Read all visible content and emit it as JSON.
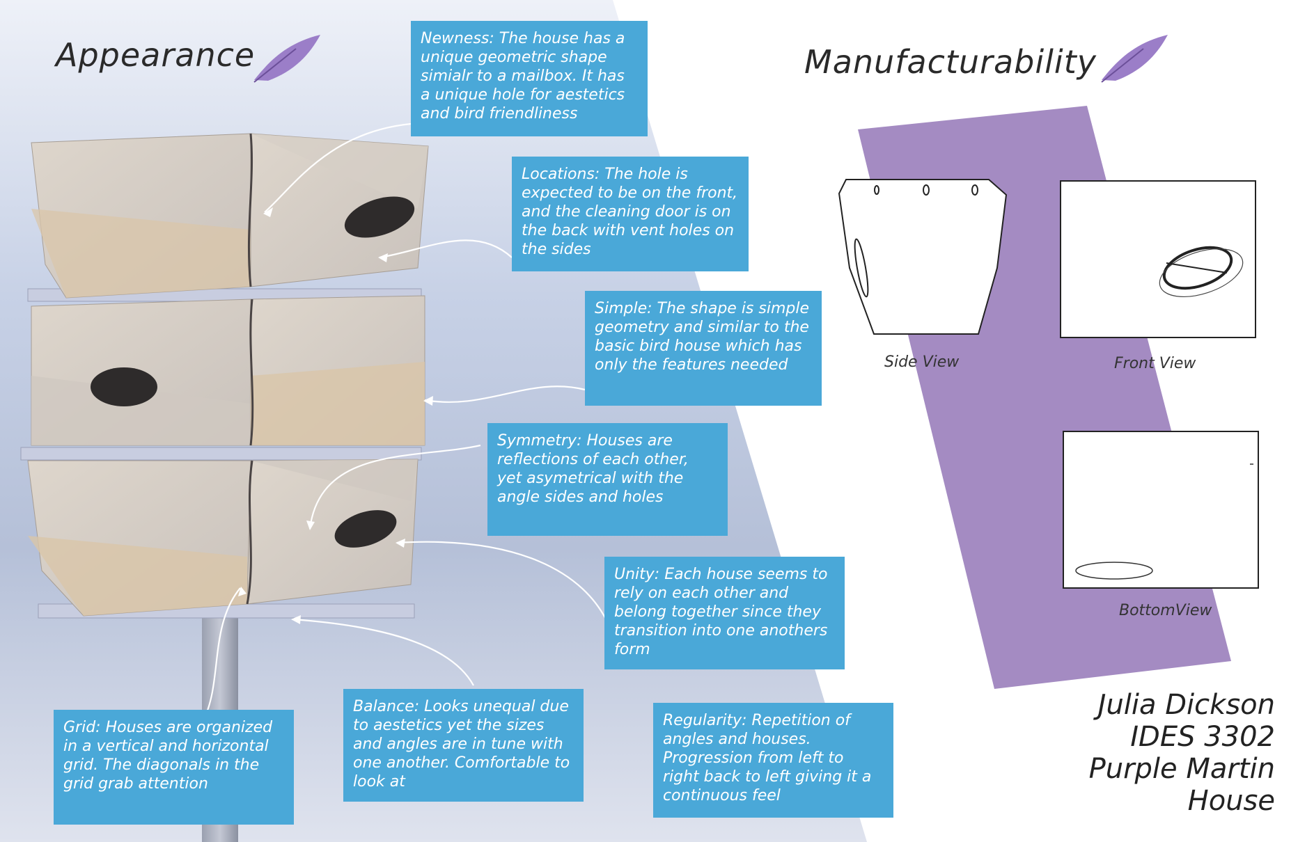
{
  "headings": {
    "appearance": "Appearance",
    "manufacturability": "Manufacturability"
  },
  "notes": {
    "newness": "Newness: The house has a unique geometric shape simialr to a mailbox. It has a unique hole for aestetics and bird friendliness",
    "locations": "Locations: The hole is expected to be on the front, and the cleaning door is on the back with vent holes on the sides",
    "simple": "Simple: The shape is simple geometry and similar to the basic bird house which has only the features needed",
    "symmetry": "Symmetry: Houses are reflections of each other, yet asymetrical with the angle sides and holes",
    "unity": "Unity: Each house seems to rely on each other and belong together since they transition into one anothers form",
    "grid": "Grid: Houses are organized in a vertical and horizontal grid. The diagonals in the grid grab attention",
    "balance": "Balance: Looks unequal due to aestetics yet the sizes and angles are in tune with one another. Comfortable to look at",
    "regularity": "Regularity: Repetition of angles and houses. Progression from left to right back to left giving it a continuous feel"
  },
  "views": {
    "side": "Side View",
    "front": "Front View",
    "bottom": "BottomView"
  },
  "credits": {
    "name": "Julia Dickson",
    "course": "IDES 3302",
    "project_line1": "Purple Martin",
    "project_line2": "House"
  },
  "colors": {
    "note_bg": "#4aa8d8",
    "purple_band": "#a48bc2",
    "feather": "#9b7ec8"
  },
  "icons": [
    "feather-icon"
  ]
}
